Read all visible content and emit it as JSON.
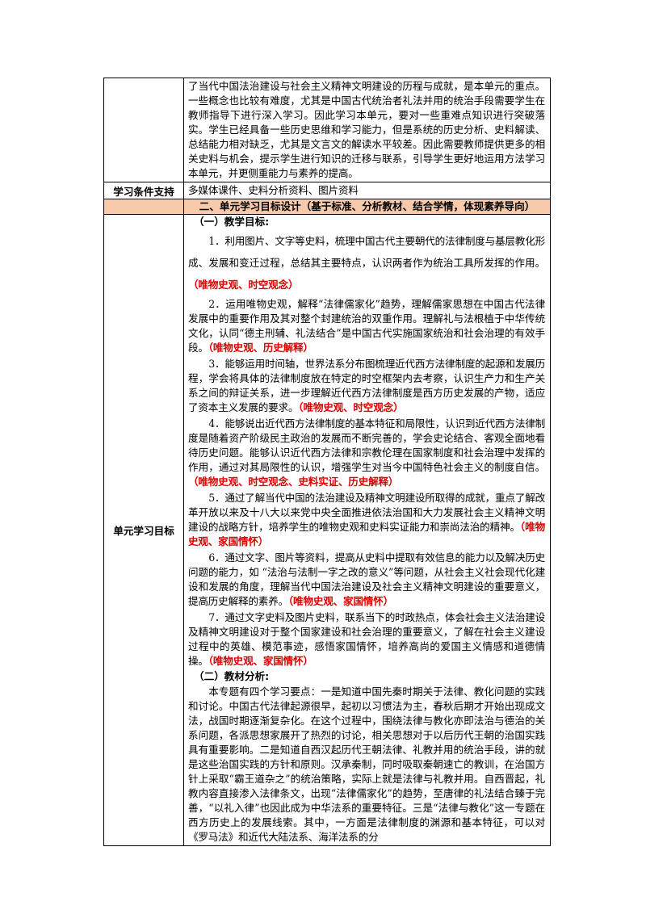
{
  "colors": {
    "header_bg": "#F7CAAC",
    "emphasis": "#E00000"
  },
  "intro_text": "了当代中国法治建设与社会主义精神文明建设的历程与成就，是本单元的重点。一些概念也比较有难度，尤其是中国古代统治者礼法并用的统治手段需要学生在教师指导下进行深入学习。因此学习本单元，要对一些重难点知识进行突破落实。学生已经具备一些历史思维和学习能力，但是系统的历史分析、史料解读、总结能力相对缺乏，尤其是文言文的解读水平较差。因此需要教师提供更多的相关史料与机会，提示学生进行知识的迁移与联系，引导学生更好地运用方法学习本单元，并更侧重能力与素养的提高。",
  "support": {
    "label": "学习条件支持",
    "value": "多媒体课件、史料分析资料、图片资料"
  },
  "section2_title": "二、单元学习目标设计（基于标准、分析教材、结合学情，体现素养导向）",
  "goals": {
    "label": "单元学习目标",
    "teaching_heading": "（一）教学目标:",
    "items": [
      {
        "text": "1．利用图片、文字等史料，梳理中国古代主要朝代的法律制度与基层教化形成、发展和变迁过程，总结其主要特点，认识两者作为统治工具所发挥的作用。",
        "tag": "（唯物史观、时空观念）"
      },
      {
        "text": "2．运用唯物史观，解释“法律儒家化”趋势，理解儒家思想在中国古代法律发展中的重要作用及其对整个封建统治的双重作用。理解礼与法根植于中华传统文化，认同“德主刑辅、礼法结合”是中国古代实施国家统治和社会治理的有效手段。",
        "tag": "（唯物史观、历史解释）"
      },
      {
        "text": "3．能够运用时间轴，世界法系分布图梳理近代西方法律制度的起源和发展历程，学会将具体的法律制度放在特定的时空框架内去考察，认识生产力和生产关系之间的辩证关系，进一步理解近代西方法律制度是西方历史发展的产物，适应了资本主义发展的要求。",
        "tag": "（唯物史观、时空观念）"
      },
      {
        "text": "4．能够说出近代西方法律制度的基本特征和局限性，认识到近代西方法律制度是随着资产阶级民主政治的发展而不断完善的，学会史论结合、客观全面地看待历史问题。能够认识近代西方法律和宗教伦理在国家制度和社会治理中发挥的作用，通过对其局限性的认识，增强学生对当今中国特色社会主义的制度自信。",
        "tag": "（唯物史观、时空观念、史料实证、历史解释）"
      },
      {
        "text": "5．通过了解当代中国的法治建设及精神文明建设所取得的成就，重点了解改革开放以来及十八大以来党中央全面推进依法治国和大力发展社会主义精神文明建设的战略方针，培养学生的唯物史观和史料实证能力和崇尚法治的精神。",
        "tag": "（唯物史观、家国情怀）"
      },
      {
        "text": "6．通过文字、图片等资料，提高从史料中提取有效信息的能力以及解决历史问题的能力，如 “法治与法制一字之改的意义”等问题，从社会主义社会现代化建设和发展的角度，理解当代中国法治建设及社会主义精神文明建设的重要意义，提高历史解释的素养。",
        "tag": "（唯物史观、家国情怀）"
      },
      {
        "text": "7．通过文字史料及图片史料，联系当下的时政热点，体会社会主义法治建设及精神文明建设对于整个国家建设和社会治理的重要意义，了解在社会主义建设过程中的英雄、模范事迹，感悟家国情怀，培养高尚的爱国主义情感和道德情操。",
        "tag": "（唯物史观、家国情怀）"
      }
    ],
    "textbook_heading": "（二）教材分析:",
    "textbook_text": "本专题有四个学习要点：一是知道中国先秦时期关于法律、教化问题的实践和讨论。中国古代法律起源很早，起初以习惯法为主，春秋后期才开始出现成文法，战国时期逐渐复杂化。在这个过程中，围绕法律与教化亦即法治与德治的关系问题，各派思想家展开了热烈的讨论，相关思想对于以后历代王朝的治国实践具有重要影响。二是知道自西汉起历代王朝法律、礼教并用的统治手段，讲的就是这些治国实践的方针和原则。汉承秦制，同时吸取秦朝速亡的教训，在治国方针上采取“霸王道杂之”的统治策略，实际上就是法律与礼教并用。自西晋起，礼教内容直接渗入法律条文，出现“法律儒家化”的趋势，至唐律的礼法结合臻于完善，“以礼入律”也因此成为中华法系的重要特征。三是“法律与教化”这一专题在西方历史上的发展线索。其中，一方面是法律制度的渊源和基本特征，可以对《罗马法》和近代大陆法系、海洋法系的分"
  }
}
